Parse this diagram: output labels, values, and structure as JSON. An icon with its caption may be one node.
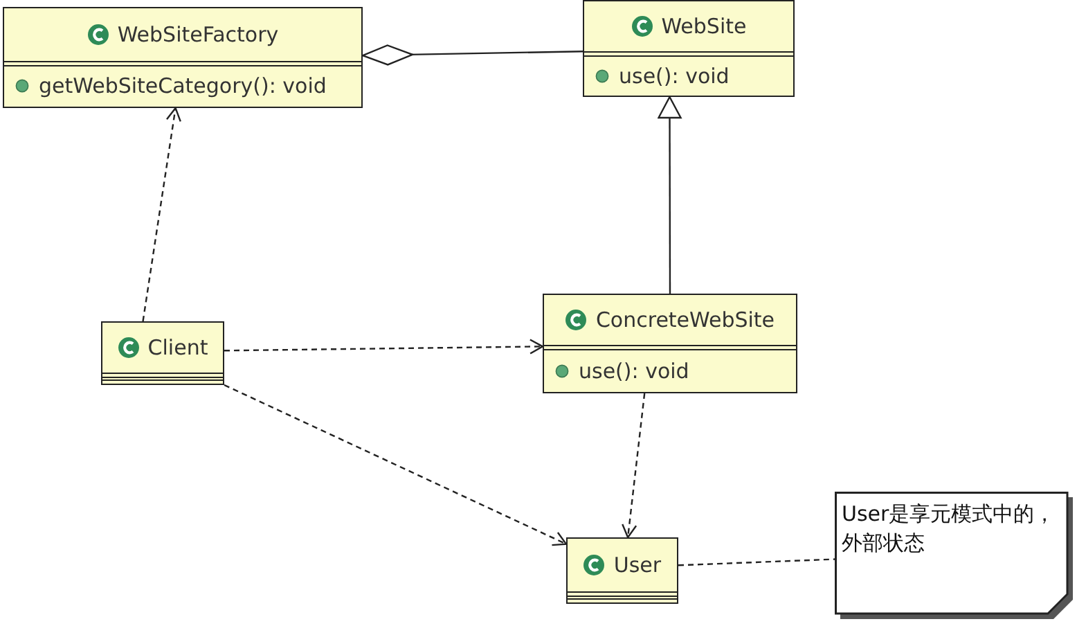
{
  "diagram": {
    "nodes": [
      {
        "text": [
          "WebSiteFactory",
          "getWebSiteCategory(): void"
        ]
      },
      {
        "text": [
          "WebSite",
          "use(): void"
        ]
      },
      {
        "text": [
          "Client"
        ]
      },
      {
        "text": [
          "ConcreteWebSite",
          "use(): void"
        ]
      },
      {
        "text": [
          "User"
        ]
      },
      {
        "text": [
          "User是享元模式中的，外部状态"
        ]
      }
    ],
    "edges": [
      {
        "from": 0,
        "to": 1,
        "arrow": "other"
      },
      {
        "from": 3,
        "to": 1,
        "arrow": "to"
      },
      {
        "from": 2,
        "to": 0,
        "arrow": "to",
        "style": "dashed"
      },
      {
        "from": 2,
        "to": 3,
        "arrow": "to",
        "style": "dashed"
      },
      {
        "from": 2,
        "to": 4,
        "arrow": "to",
        "style": "dashed"
      },
      {
        "from": 3,
        "to": 4,
        "arrow": "to",
        "style": "dashed"
      },
      {
        "from": 4,
        "to": 5,
        "arrow": "none",
        "style": "dashed"
      }
    ]
  }
}
